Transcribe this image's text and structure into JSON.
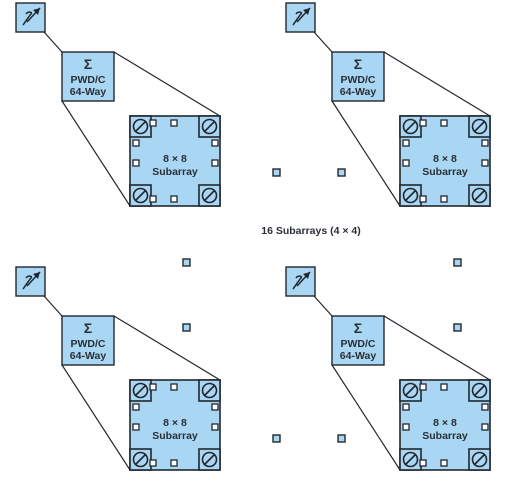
{
  "diagram": {
    "summary_label": "16 Subarrays (4 × 4)",
    "units": [
      {
        "combiner": {
          "sigma": "Σ",
          "line1": "PWD/C",
          "line2": "64-Way"
        },
        "subarray": {
          "line1": "8 × 8",
          "line2": "Subarray"
        },
        "phase_shifter_icon": "phase-shifter-icon",
        "antenna_icon": "circle-slash-antenna-icon"
      },
      {
        "combiner": {
          "sigma": "Σ",
          "line1": "PWD/C",
          "line2": "64-Way"
        },
        "subarray": {
          "line1": "8 × 8",
          "line2": "Subarray"
        },
        "phase_shifter_icon": "phase-shifter-icon",
        "antenna_icon": "circle-slash-antenna-icon"
      },
      {
        "combiner": {
          "sigma": "Σ",
          "line1": "PWD/C",
          "line2": "64-Way"
        },
        "subarray": {
          "line1": "8 × 8",
          "line2": "Subarray"
        },
        "phase_shifter_icon": "phase-shifter-icon",
        "antenna_icon": "circle-slash-antenna-icon"
      },
      {
        "combiner": {
          "sigma": "Σ",
          "line1": "PWD/C",
          "line2": "64-Way"
        },
        "subarray": {
          "line1": "8 × 8",
          "line2": "Subarray"
        },
        "phase_shifter_icon": "phase-shifter-icon",
        "antenna_icon": "circle-slash-antenna-icon"
      }
    ],
    "colors": {
      "fill": "#a9d6f2",
      "stroke": "#22272e",
      "text": "#2a2f37"
    }
  }
}
